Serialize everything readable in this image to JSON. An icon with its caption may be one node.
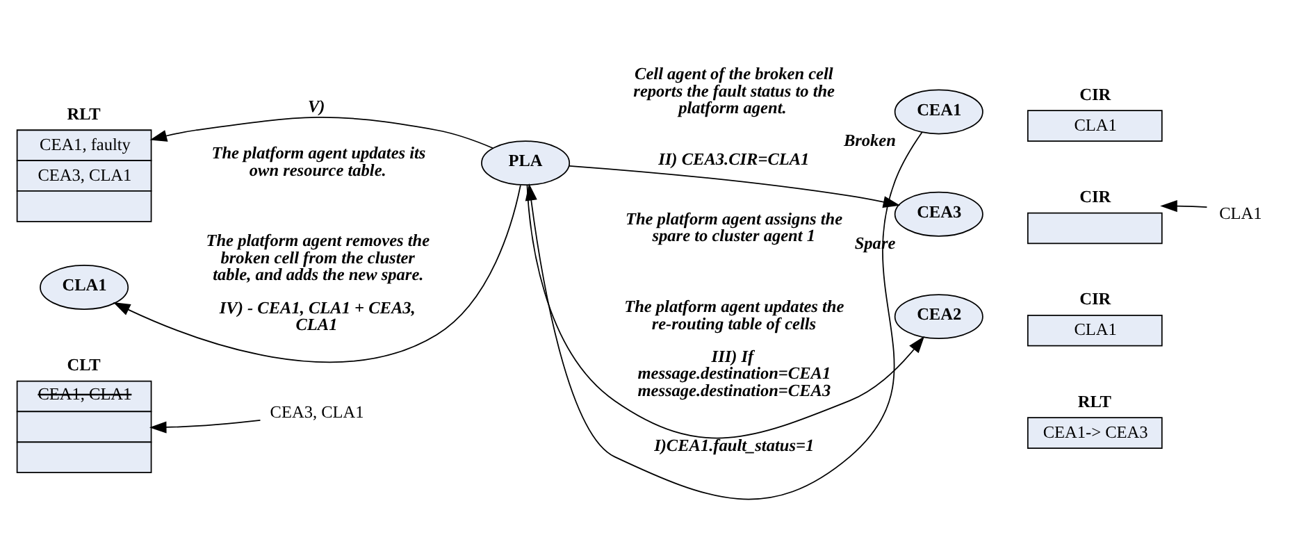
{
  "diagram": {
    "nodes": [
      {
        "text": [
          "PLA"
        ]
      },
      {
        "text": [
          "RLT",
          "CEA1, faulty",
          "CEA3, CLA1"
        ]
      },
      {
        "text": [
          "CLA1"
        ]
      },
      {
        "text": [
          "CLT",
          "CEA1, CLA1"
        ]
      },
      {
        "text": [
          "CEA3, CLA1"
        ]
      },
      {
        "text": [
          "CEA1"
        ],
        "beside": [
          "Broken"
        ]
      },
      {
        "text": [
          "CIR",
          "CLA1"
        ]
      },
      {
        "text": [
          "CEA3"
        ],
        "beside": [
          "Spare"
        ]
      },
      {
        "text": [
          "CIR"
        ]
      },
      {
        "text": [
          "CLA1"
        ]
      },
      {
        "text": [
          "CEA2"
        ]
      },
      {
        "text": [
          "CIR",
          "CLA1"
        ]
      },
      {
        "text": [
          "RLT",
          "CEA1-> CEA3"
        ]
      }
    ],
    "edges": [
      {
        "from": 5,
        "to": 0,
        "arrow": "to",
        "label": "I)CEA1.fault_status=1"
      },
      {
        "from": 0,
        "to": 7,
        "arrow": "to",
        "label": "II) CEA3.CIR=CLA1"
      },
      {
        "from": 0,
        "to": 10,
        "arrow": "to",
        "label": "III) If message.destination=CEA1 message.destination=CEA3"
      },
      {
        "from": 0,
        "to": 2,
        "arrow": "to",
        "label": "IV) - CEA1, CLA1 + CEA3, CLA1"
      },
      {
        "from": 0,
        "to": 1,
        "arrow": "to",
        "label": "V)"
      },
      {
        "from": 9,
        "to": 8,
        "arrow": "to"
      },
      {
        "from": 4,
        "to": 3,
        "arrow": "to"
      }
    ],
    "labels": [
      "The platform agent updates its own resource table.",
      "Cell agent of the broken cell reports the fault status to the platform agent.",
      "The platform agent assigns the spare to cluster agent 1",
      "The platform agent removes the broken cell from the cluster table, and adds the new spare.",
      "The platform agent updates the re-routing table of cells"
    ]
  }
}
